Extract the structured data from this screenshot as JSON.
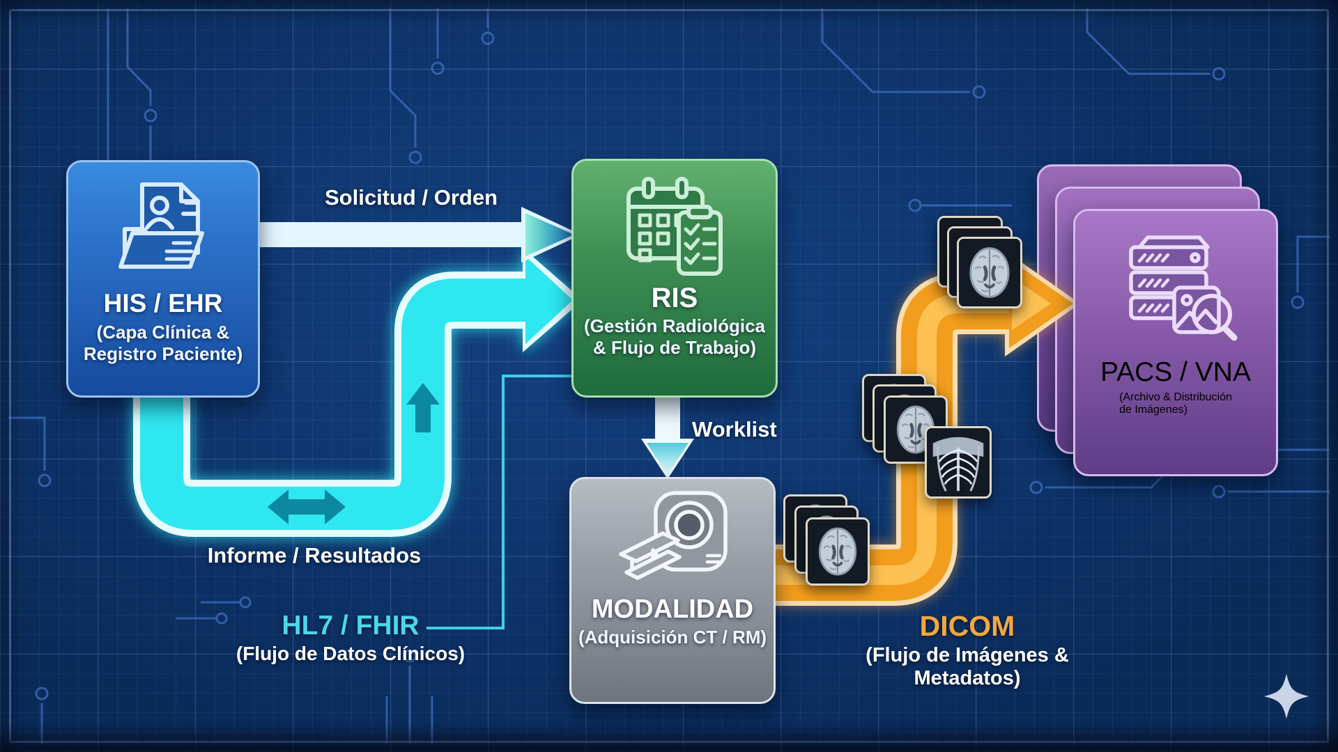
{
  "app": {
    "type": "workflow-infographic",
    "theme": "blueprint",
    "language": "es"
  },
  "nodes": {
    "his": {
      "title": "HIS / EHR",
      "subtitle_line1": "(Capa Clínica &",
      "subtitle_line2": "Registro Paciente)",
      "icon": "patient-record-folder-icon",
      "accent": "#2a6fc7"
    },
    "ris": {
      "title": "RIS",
      "subtitle_line1": "(Gestión Radiológica",
      "subtitle_line2": "& Flujo de Trabajo)",
      "icon": "calendar-clipboard-icon",
      "accent": "#3f8f55"
    },
    "modalidad": {
      "title": "MODALIDAD",
      "subtitle_line1": "(Adquisición CT / RM)",
      "icon": "ct-scanner-icon",
      "accent": "#969da5"
    },
    "pacs": {
      "title": "PACS / VNA",
      "subtitle_line1": "(Archivo & Distribución",
      "subtitle_line2": "de Imágenes)",
      "icon": "server-image-search-icon",
      "accent": "#8a5cab",
      "stacked_cards": 3
    }
  },
  "flows": {
    "solicitud": {
      "label": "Solicitud / Orden",
      "from": "HIS / EHR",
      "to": "RIS",
      "style": "thin teal arrow"
    },
    "informe": {
      "label": "Informe / Resultados",
      "from": "RIS",
      "to": "HIS / EHR",
      "style": "thick cyan U pipe with inner arrows",
      "color": "#2fe7f0"
    },
    "hl7": {
      "label": "HL7 / FHIR",
      "sublabel": "(Flujo de Datos Clínicos)",
      "color": "#4cd7e8"
    },
    "worklist": {
      "label": "Worklist",
      "from": "RIS",
      "to": "MODALIDAD",
      "style": "down arrow"
    },
    "dicom": {
      "label": "DICOM",
      "sublabel": "(Flujo de Imágenes & Metadatos)",
      "from": "MODALIDAD",
      "to": "PACS / VNA",
      "color": "#f4a73e",
      "style": "thick orange pipe with arrowhead"
    }
  },
  "images": {
    "mri_stack_count": 3,
    "xray_count": 1,
    "mri_description": "brain MRI slice tiles",
    "xray_description": "chest X-ray tile"
  },
  "background": {
    "base_color": "#0e356c",
    "grid": "on",
    "frame": "thin light blue inset border",
    "circuit_traces": "decorative PCB lines with via dots"
  },
  "branding": {
    "sparkle_icon": "sparkle-icon",
    "color": "#c9d4e6"
  }
}
